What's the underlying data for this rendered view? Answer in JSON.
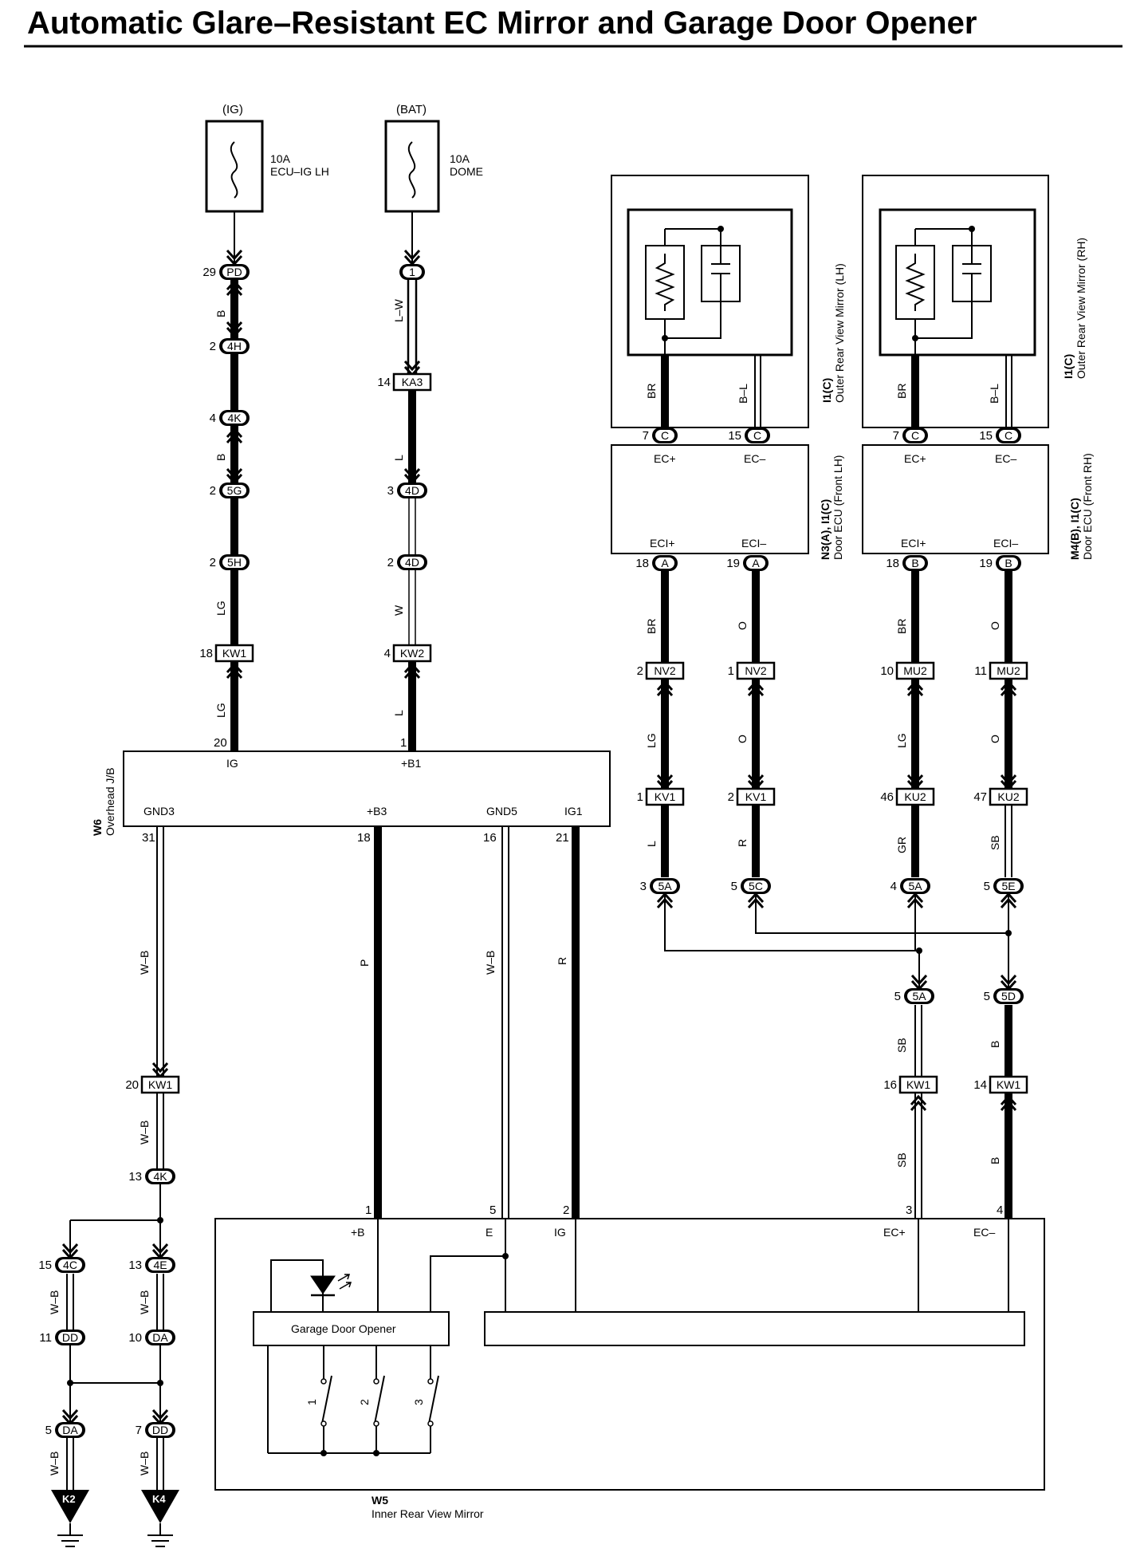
{
  "title": "Automatic Glare–Resistant EC Mirror and Garage Door Opener",
  "fuses": [
    {
      "id": "fuse-ig",
      "source": "(IG)",
      "amps": "10A",
      "name": "ECU–IG LH"
    },
    {
      "id": "fuse-bat",
      "source": "(BAT)",
      "amps": "10A",
      "name": "DOME"
    }
  ],
  "connectors": [
    {
      "id": "c-pd",
      "pin": "29",
      "code": "PD",
      "shape": "oval"
    },
    {
      "id": "c-4h",
      "pin": "2",
      "code": "4H",
      "shape": "oval"
    },
    {
      "id": "c-4k-a",
      "pin": "4",
      "code": "4K",
      "shape": "oval"
    },
    {
      "id": "c-5g",
      "pin": "2",
      "code": "5G",
      "shape": "oval"
    },
    {
      "id": "c-5h",
      "pin": "2",
      "code": "5H",
      "shape": "oval"
    },
    {
      "id": "c-kw1-a",
      "pin": "18",
      "code": "KW1",
      "shape": "rect"
    },
    {
      "id": "c-1",
      "pin": "",
      "code": "1",
      "shape": "oval"
    },
    {
      "id": "c-ka3",
      "pin": "14",
      "code": "KA3",
      "shape": "rect"
    },
    {
      "id": "c-4d-a",
      "pin": "3",
      "code": "4D",
      "shape": "oval"
    },
    {
      "id": "c-4d-b",
      "pin": "2",
      "code": "4D",
      "shape": "oval"
    },
    {
      "id": "c-kw2",
      "pin": "4",
      "code": "KW2",
      "shape": "rect"
    },
    {
      "id": "c-c-lh1",
      "pin": "7",
      "code": "C",
      "shape": "oval"
    },
    {
      "id": "c-c-lh2",
      "pin": "15",
      "code": "C",
      "shape": "oval"
    },
    {
      "id": "c-c-rh1",
      "pin": "7",
      "code": "C",
      "shape": "oval"
    },
    {
      "id": "c-c-rh2",
      "pin": "15",
      "code": "C",
      "shape": "oval"
    },
    {
      "id": "c-a1",
      "pin": "18",
      "code": "A",
      "shape": "oval"
    },
    {
      "id": "c-a2",
      "pin": "19",
      "code": "A",
      "shape": "oval"
    },
    {
      "id": "c-b1",
      "pin": "18",
      "code": "B",
      "shape": "oval"
    },
    {
      "id": "c-b2",
      "pin": "19",
      "code": "B",
      "shape": "oval"
    },
    {
      "id": "c-nv2-a",
      "pin": "2",
      "code": "NV2",
      "shape": "rect"
    },
    {
      "id": "c-nv2-b",
      "pin": "1",
      "code": "NV2",
      "shape": "rect"
    },
    {
      "id": "c-mu2-a",
      "pin": "10",
      "code": "MU2",
      "shape": "rect"
    },
    {
      "id": "c-mu2-b",
      "pin": "11",
      "code": "MU2",
      "shape": "rect"
    },
    {
      "id": "c-kv1-a",
      "pin": "1",
      "code": "KV1",
      "shape": "rect"
    },
    {
      "id": "c-kv1-b",
      "pin": "2",
      "code": "KV1",
      "shape": "rect"
    },
    {
      "id": "c-ku2-a",
      "pin": "46",
      "code": "KU2",
      "shape": "rect"
    },
    {
      "id": "c-ku2-b",
      "pin": "47",
      "code": "KU2",
      "shape": "rect"
    },
    {
      "id": "c-5a-a",
      "pin": "3",
      "code": "5A",
      "shape": "oval"
    },
    {
      "id": "c-5c",
      "pin": "5",
      "code": "5C",
      "shape": "oval"
    },
    {
      "id": "c-5a-b",
      "pin": "4",
      "code": "5A",
      "shape": "oval"
    },
    {
      "id": "c-5e",
      "pin": "5",
      "code": "5E",
      "shape": "oval"
    },
    {
      "id": "c-5a-c",
      "pin": "5",
      "code": "5A",
      "shape": "oval"
    },
    {
      "id": "c-5d",
      "pin": "5",
      "code": "5D",
      "shape": "oval"
    },
    {
      "id": "c-kw1-b",
      "pin": "16",
      "code": "KW1",
      "shape": "rect"
    },
    {
      "id": "c-kw1-c",
      "pin": "14",
      "code": "KW1",
      "shape": "rect"
    },
    {
      "id": "c-kw1-d",
      "pin": "20",
      "code": "KW1",
      "shape": "rect"
    },
    {
      "id": "c-4k-b",
      "pin": "13",
      "code": "4K",
      "shape": "oval"
    },
    {
      "id": "c-4c",
      "pin": "15",
      "code": "4C",
      "shape": "oval"
    },
    {
      "id": "c-4e",
      "pin": "13",
      "code": "4E",
      "shape": "oval"
    },
    {
      "id": "c-dd-a",
      "pin": "11",
      "code": "DD",
      "shape": "oval"
    },
    {
      "id": "c-da-a",
      "pin": "10",
      "code": "DA",
      "shape": "oval"
    },
    {
      "id": "c-da-b",
      "pin": "5",
      "code": "DA",
      "shape": "oval"
    },
    {
      "id": "c-dd-b",
      "pin": "7",
      "code": "DD",
      "shape": "oval"
    }
  ],
  "wire_colors": {
    "w1": "B",
    "w2": "B",
    "w3": "LG",
    "w4": "LG",
    "w5": "L–W",
    "w6": "L",
    "w7": "W",
    "w8": "L",
    "w9": "BR",
    "w10": "B–L",
    "w11": "BR",
    "w12": "B–L",
    "w13": "BR",
    "w14": "O",
    "w15": "BR",
    "w16": "O",
    "w17": "LG",
    "w18": "O",
    "w19": "LG",
    "w20": "O",
    "w21": "L",
    "w22": "R",
    "w23": "GR",
    "w24": "SB",
    "w25": "SB",
    "w26": "B",
    "w27": "SB",
    "w28": "B",
    "w29": "W–B",
    "w30": "P",
    "w31": "W–B",
    "w32": "R",
    "w33": "W–B",
    "w34": "W–B",
    "w35": "W–B",
    "w36": "W–B",
    "w37": "W–B"
  },
  "junction_block": {
    "code": "W6",
    "name": "Overhead J/B",
    "terminals": [
      {
        "pin": "20",
        "name": "IG"
      },
      {
        "pin": "1",
        "name": "+B1"
      },
      {
        "pin": "31",
        "name": "GND3"
      },
      {
        "pin": "18",
        "name": "+B3"
      },
      {
        "pin": "16",
        "name": "GND5"
      },
      {
        "pin": "21",
        "name": "IG1"
      }
    ]
  },
  "outer_mirror_lh": {
    "code": "I1(C)",
    "name": "Outer Rear View Mirror (LH)"
  },
  "outer_mirror_rh": {
    "code": "I1(C)",
    "name": "Outer Rear View Mirror (RH)"
  },
  "door_ecu_lh": {
    "code": "N3(A), I1(C)",
    "name": "Door ECU (Front LH)",
    "t1": "EC+",
    "t2": "EC–",
    "t3": "ECI+",
    "t4": "ECI–"
  },
  "door_ecu_rh": {
    "code": "M4(B), I1(C)",
    "name": "Door ECU (Front RH)",
    "t1": "EC+",
    "t2": "EC–",
    "t3": "ECI+",
    "t4": "ECI–"
  },
  "inner_mirror": {
    "code": "W5",
    "name": "Inner Rear View Mirror",
    "terminals": [
      {
        "pin": "1",
        "name": "+B"
      },
      {
        "pin": "5",
        "name": "E"
      },
      {
        "pin": "2",
        "name": "IG"
      },
      {
        "pin": "3",
        "name": "EC+"
      },
      {
        "pin": "4",
        "name": "EC–"
      }
    ],
    "garage_door_opener": "Garage Door Opener",
    "switches": [
      "1",
      "2",
      "3"
    ]
  },
  "grounds": [
    {
      "id": "g-k2",
      "code": "K2"
    },
    {
      "id": "g-k4",
      "code": "K4"
    }
  ]
}
